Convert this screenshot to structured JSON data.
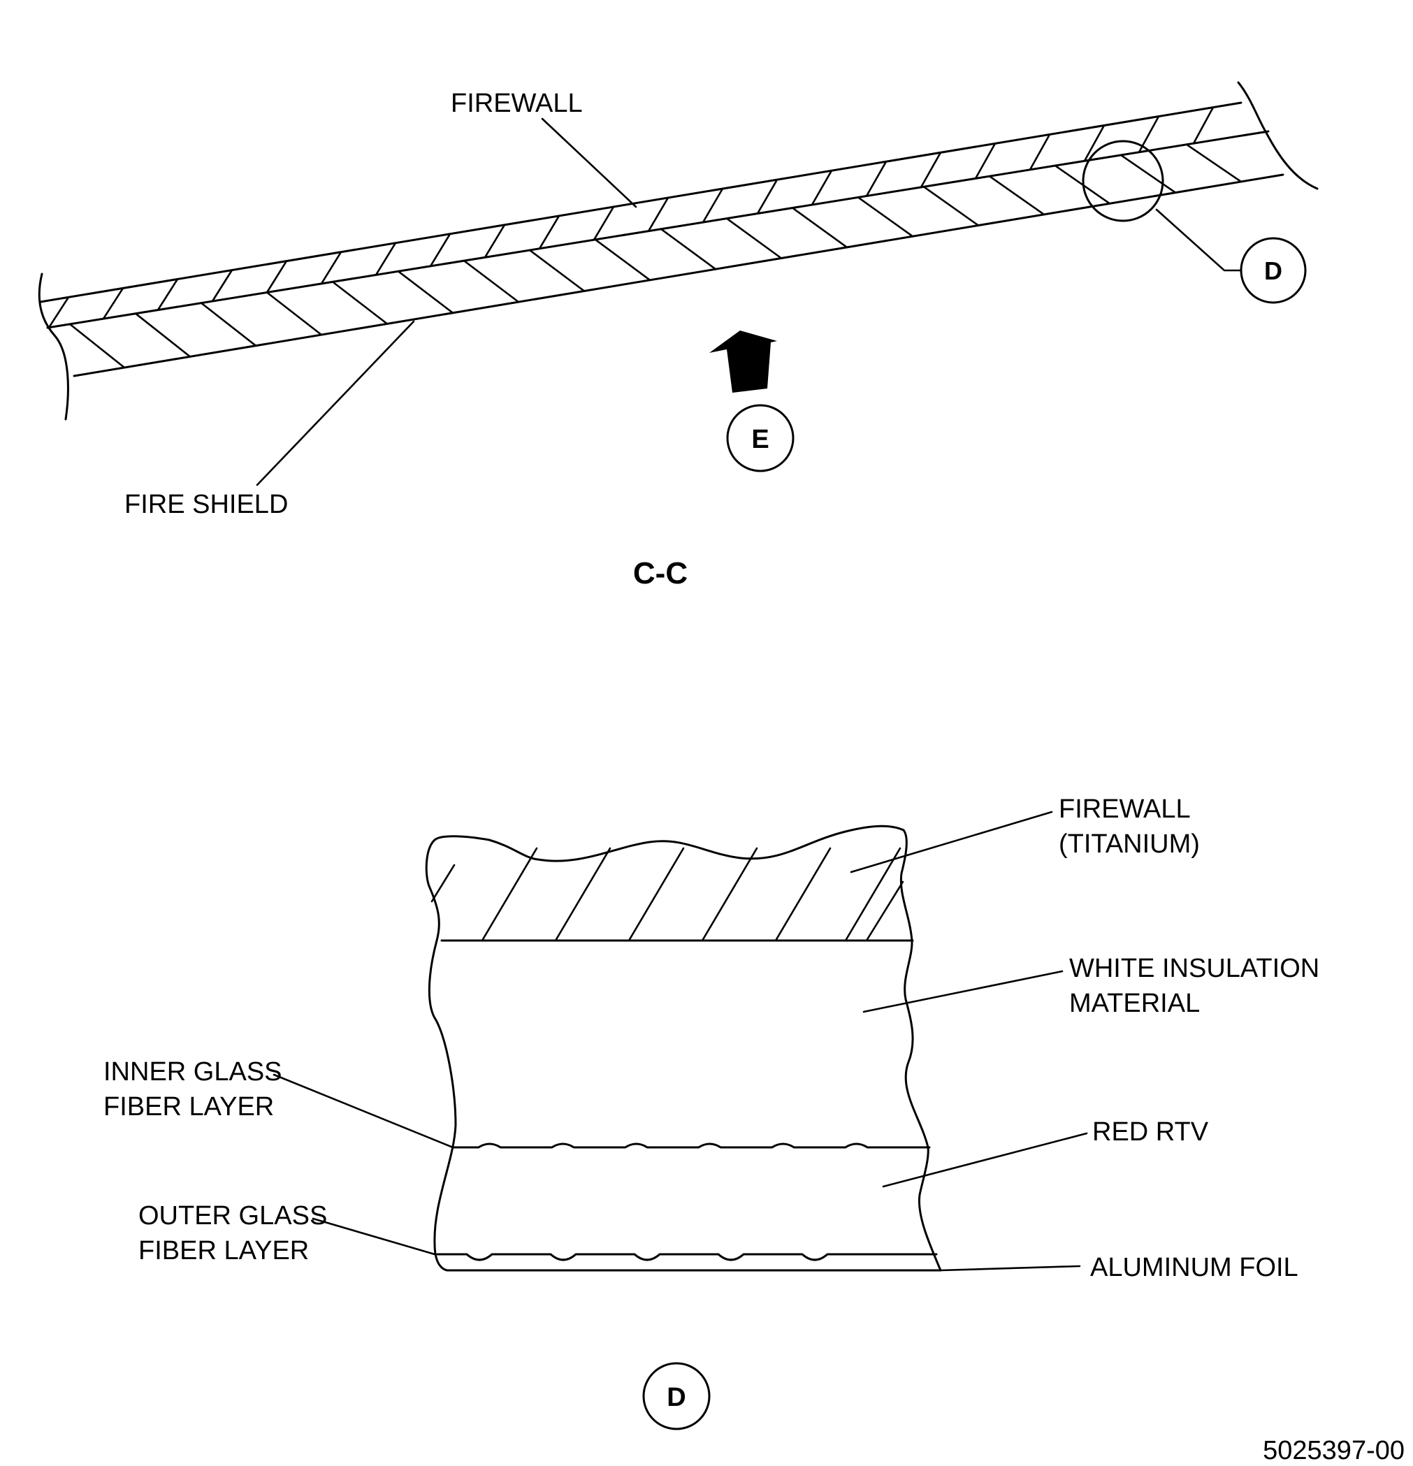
{
  "section_cc": {
    "label_firewall": "FIREWALL",
    "label_fire_shield": "FIRE SHIELD",
    "callout_d": "D",
    "view_e": "E",
    "title": "C-C"
  },
  "detail_d": {
    "label_firewall_line1": "FIREWALL",
    "label_firewall_line2": "(TITANIUM)",
    "label_insulation_line1": "WHITE INSULATION",
    "label_insulation_line2": "MATERIAL",
    "label_inner_line1": "INNER GLASS",
    "label_inner_line2": "FIBER LAYER",
    "label_red_rtv": "RED RTV",
    "label_outer_line1": "OUTER GLASS",
    "label_outer_line2": "FIBER LAYER",
    "label_foil": "ALUMINUM FOIL",
    "title": "D"
  },
  "drawing_number": "5025397-00"
}
